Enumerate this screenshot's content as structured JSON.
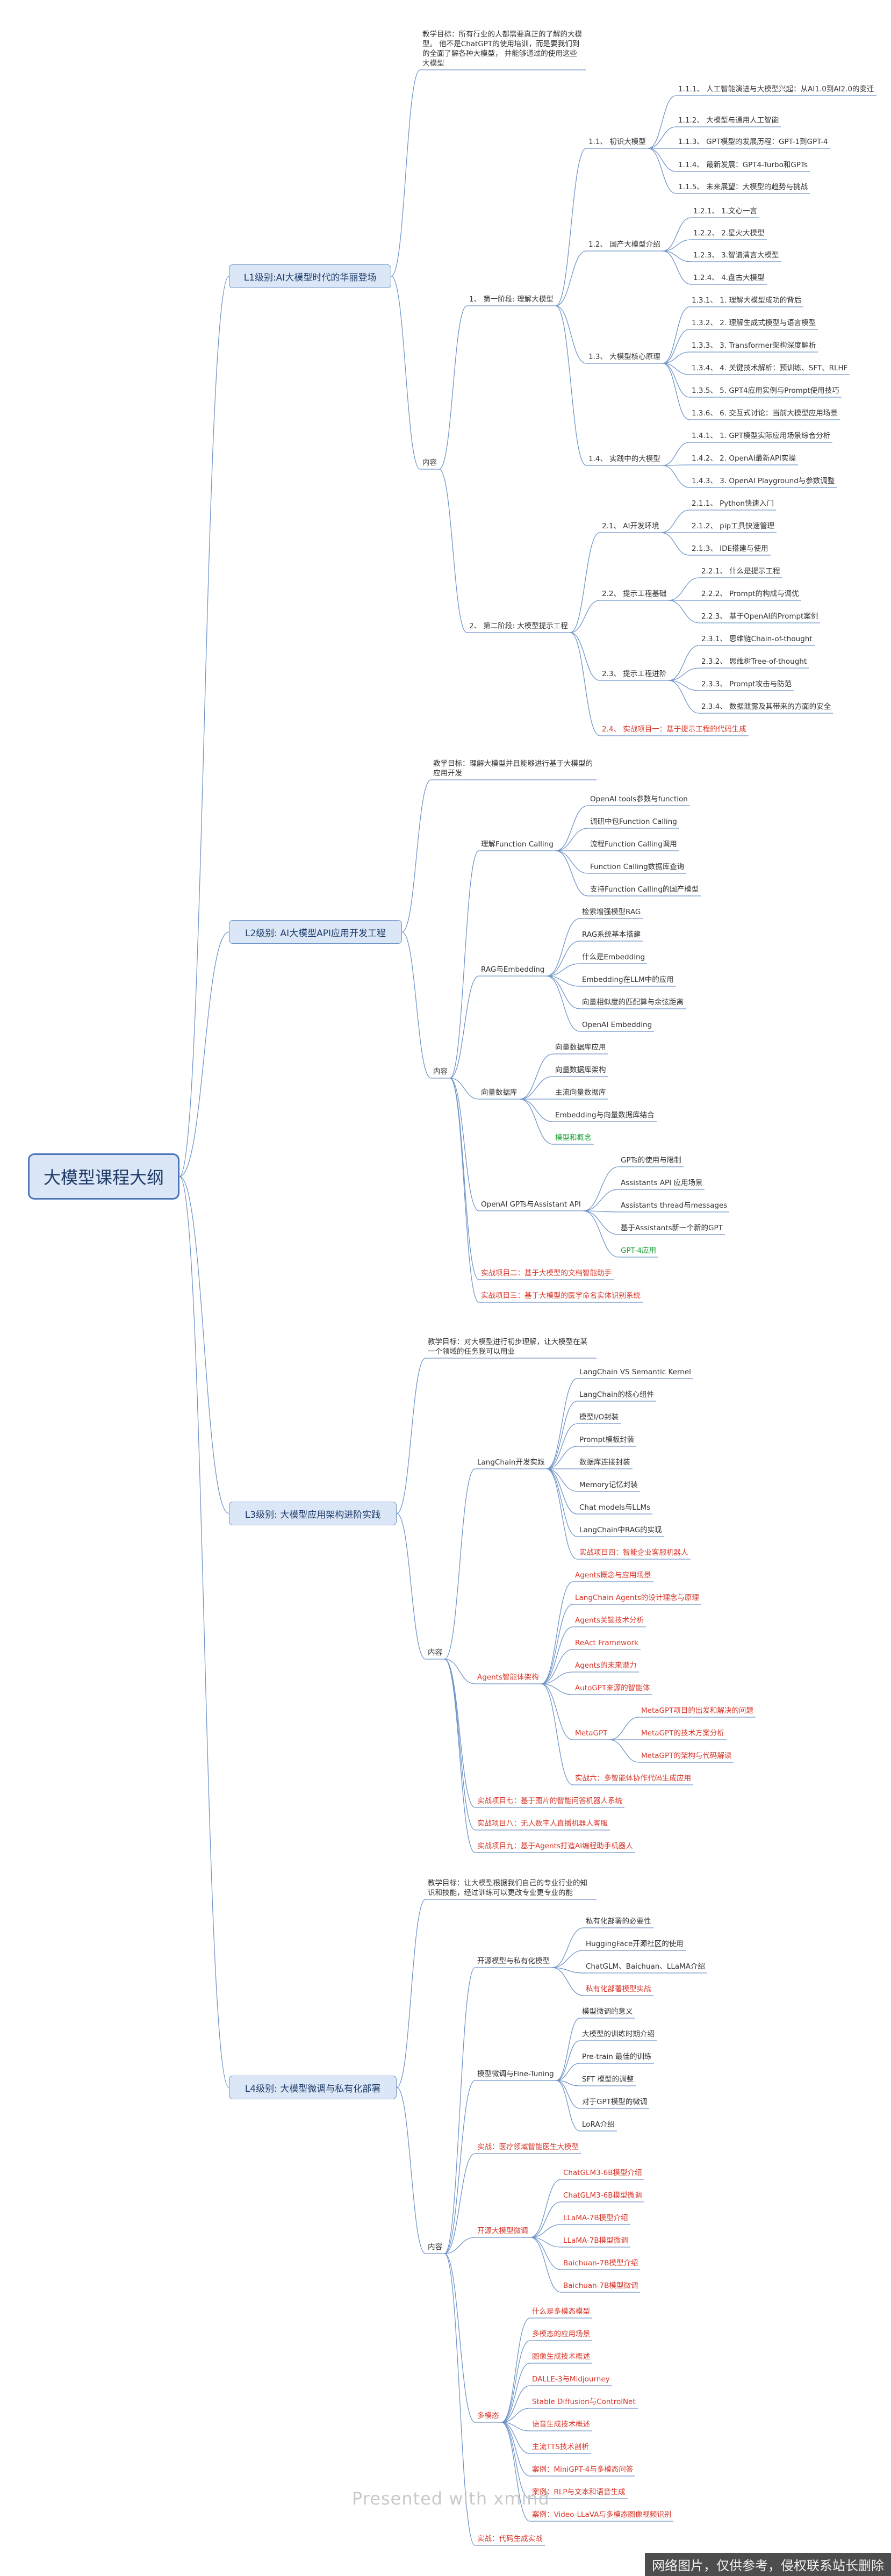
{
  "root": "大模型课程大纲",
  "l1": "L1级别:AI大模型时代的华丽登场",
  "l1_desc": "教学目标：所有行业的人都需要真正的了解的大模型。 他不是ChatGPT的使用培训，而是要我们到的全面了解各种大模型， 并能够通过的使用这些大模型",
  "l1_content": "内容",
  "l1_s1": "1、 第一阶段: 理解大模型",
  "l1_11": "1.1、 初识大模型",
  "l1_111": "1.1.1、 人工智能演进与大模型兴起：从AI1.0到AI2.0的变迁",
  "l1_112": "1.1.2、 大模型与通用人工智能",
  "l1_113": "1.1.3、 GPT模型的发展历程：GPT-1到GPT-4",
  "l1_114": "1.1.4、 最新发展：GPT4-Turbo和GPTs",
  "l1_115": "1.1.5、 未来展望：大模型的趋势与挑战",
  "l1_12": "1.2、 国产大模型介绍",
  "l1_121": "1.2.1、 1.文心一言",
  "l1_122": "1.2.2、 2.星火大模型",
  "l1_123": "1.2.3、 3.智谱清言大模型",
  "l1_124": "1.2.4、 4.盘古大模型",
  "l1_13": "1.3、 大模型核心原理",
  "l1_131": "1.3.1、 1. 理解大模型成功的背后",
  "l1_132": "1.3.2、 2. 理解生成式模型与语言模型",
  "l1_133": "1.3.3、 3. Transformer架构深度解析",
  "l1_134": "1.3.4、 4. 关键技术解析：预训练、SFT、RLHF",
  "l1_135": "1.3.5、 5. GPT4应用实例与Prompt使用技巧",
  "l1_136": "1.3.6、 6. 交互式讨论：当前大模型应用场景",
  "l1_14": "1.4、 实践中的大模型",
  "l1_141": "1.4.1、 1. GPT模型实际应用场景综合分析",
  "l1_142": "1.4.2、 2. OpenAI最新API实操",
  "l1_143": "1.4.3、 3. OpenAI Playground与参数调整",
  "l1_s2": "2、 第二阶段: 大模型提示工程",
  "l1_21": "2.1、 AI开发环境",
  "l1_211": "2.1.1、 Python快速入门",
  "l1_212": "2.1.2、 pip工具快速管理",
  "l1_213": "2.1.3、 IDE搭建与使用",
  "l1_22": "2.2、 提示工程基础",
  "l1_221": "2.2.1、 什么是提示工程",
  "l1_222": "2.2.2、 Prompt的构成与调优",
  "l1_223": "2.2.3、 基于OpenAI的Prompt案例",
  "l1_23": "2.3、 提示工程进阶",
  "l1_231": "2.3.1、 思维链Chain-of-thought",
  "l1_232": "2.3.2、 思维树Tree-of-thought",
  "l1_233": "2.3.3、 Prompt攻击与防范",
  "l1_234": "2.3.4、 数据泄露及其带来的方面的安全",
  "l1_24": "2.4、 实战项目一：基于提示工程的代码生成",
  "l2": "L2级别: AI大模型API应用开发工程",
  "l2_desc": "教学目标：理解大模型并且能够进行基于大模型的应用开发",
  "l2_content": "内容",
  "l2_fc": "理解Function Calling",
  "l2_fc1": "OpenAI tools参数与function",
  "l2_fc2": "调研中包Function Calling",
  "l2_fc3": "流程Function Calling调用",
  "l2_fc4": "Function Calling数据库查询",
  "l2_fc5": "支持Function Calling的国产模型",
  "l2_rag": "RAG与Embedding",
  "l2_rag1": "检索增强模型RAG",
  "l2_rag2": "RAG系统基本搭建",
  "l2_rag3": "什么是Embedding",
  "l2_rag4": "Embedding在LLM中的应用",
  "l2_rag5": "向量相似度的匹配算与余弦距离",
  "l2_rag6": "OpenAI Embedding",
  "l2_vdb": "向量数据库",
  "l2_vdb1": "向量数据库应用",
  "l2_vdb2": "向量数据库架构",
  "l2_vdb3": "主流向量数据库",
  "l2_vdb4": "Embedding与向量数据库结合",
  "l2_vdb5": "模型和概念",
  "l2_gpts": "OpenAI GPTs与Assistant API",
  "l2_g1": "GPTs的使用与限制",
  "l2_g2": "Assistants API 应用场景",
  "l2_g3": "Assistants thread与messages",
  "l2_g4": "基于Assistants新一个新的GPT",
  "l2_g5": "GPT-4应用",
  "l2_p2": "实战项目二：基于大模型的文档智能助手",
  "l2_p3": "实战项目三：基于大模型的医学命名实体识别系统",
  "l3": "L3级别: 大模型应用架构进阶实践",
  "l3_desc": "教学目标：对大模型进行初步理解，让大模型在某一个领域的任务我可以用业",
  "l3_content": "内容",
  "l3_lc": "LangChain开发实践",
  "l3_lc1": "LangChain VS Semantic Kernel",
  "l3_lc2": "LangChain的核心组件",
  "l3_lc3": "模型I/O封装",
  "l3_lc4": "Prompt模板封装",
  "l3_lc5": "数据库连接封装",
  "l3_lc6": "Memory记忆封装",
  "l3_lc7": "Chat models与LLMs",
  "l3_lc8": "LangChain中RAG的实现",
  "l3_lc9": "实战项目四：智能企业客服机器人",
  "l3_ag": "Agents智能体架构",
  "l3_ag1": "Agents概念与应用场景",
  "l3_ag2": "LangChain Agents的设计理念与原理",
  "l3_ag3": "Agents关键技术分析",
  "l3_ag4": "ReAct Framework",
  "l3_ag5": "Agents的未来潜力",
  "l3_ag6": "AutoGPT来源的智能体",
  "l3_mg": "MetaGPT",
  "l3_mg1": "MetaGPT项目的出发和解决的问题",
  "l3_mg2": "MetaGPT的技术方案分析",
  "l3_mg3": "MetaGPT的架构与代码解读",
  "l3_ag7": "实战六：多智能体协作代码生成应用",
  "l3_p7": "实战项目七：基于图片的智能问答机器人系统",
  "l3_p8": "实战项目八：无人数字人直播机器人客服",
  "l3_p9": "实战项目九：基于Agents打造AI编程助手机器人",
  "l4": "L4级别: 大模型微调与私有化部署",
  "l4_desc": "教学目标：让大模型根据我们自己的专业行业的知识和技能，经过训练可以更改专业更专业的能",
  "l4_content": "内容",
  "l4_os": "开源模型与私有化模型",
  "l4_os1": "私有化部署的必要性",
  "l4_os2": "HuggingFace开源社区的使用",
  "l4_os3": "ChatGLM、Baichuan、LLaMA介绍",
  "l4_os4": "私有化部署模型实战",
  "l4_ft": "模型微调与Fine-Tuning",
  "l4_ft1": "模型微调的意义",
  "l4_ft2": "大模型的训练时期介绍",
  "l4_ft3": "Pre-train 最佳的训练",
  "l4_ft4": "SFT 模型的调整",
  "l4_ft5": "对于GPT模型的微调",
  "l4_ft6": "LoRA介绍",
  "l4_med": "实战：医疗领域智能医生大模型",
  "l4_om": "开源大模型微调",
  "l4_om1": "ChatGLM3-6B模型介绍",
  "l4_om2": "ChatGLM3-6B模型微调",
  "l4_om3": "LLaMA-7B模型介绍",
  "l4_om4": "LLaMA-7B模型微调",
  "l4_om5": "Baichuan-7B模型介绍",
  "l4_om6": "Baichuan-7B模型微调",
  "l4_mm": "多模态",
  "l4_mm1": "什么是多模态模型",
  "l4_mm2": "多模态的应用场景",
  "l4_mm3": "图像生成技术概述",
  "l4_mm4": "DALLE-3与Midjourney",
  "l4_mm5": "Stable Diffusion与ControlNet",
  "l4_mm6": "语音生成技术概述",
  "l4_mm7": "主流TTS技术剖析",
  "l4_mm8": "案例：MiniGPT-4与多模态问答",
  "l4_mm9": "案例：RLP与文本和语音生成",
  "l4_mm10": "案例：Video-LLaVA与多模态图像视频识别",
  "l4_last": "实战：代码生成实战",
  "watermark": "Presented with xmind",
  "footer": "网络图片，仅供参考，侵权联系站长删除",
  "colors": {
    "line": "#6f95c9",
    "red": "#d8362a",
    "green": "#1ea33a",
    "box": "#dbe6f6"
  }
}
